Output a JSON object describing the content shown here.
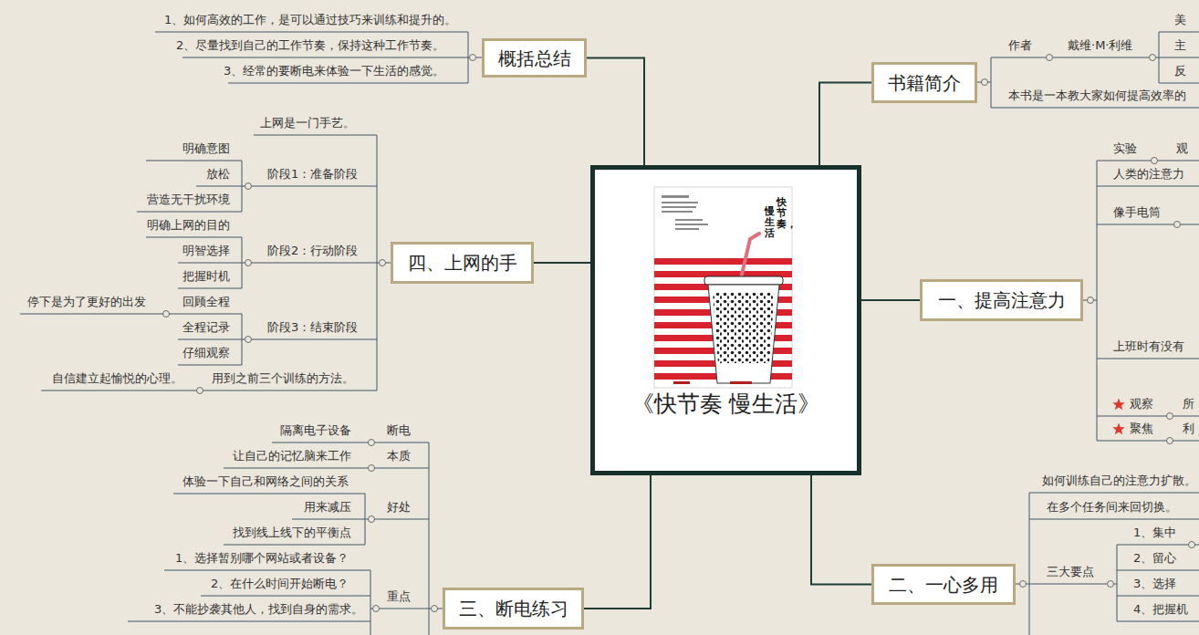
{
  "diagram": {
    "nodes": [
      {
        "text": [
          "《快节奏 慢生活》"
        ]
      },
      {
        "text": [
          "概括总结"
        ]
      },
      {
        "text": [
          "书籍简介"
        ]
      },
      {
        "text": [
          "四、上网的手"
        ]
      },
      {
        "text": [
          "一、提高注意力"
        ]
      },
      {
        "text": [
          "三、断电练习"
        ]
      },
      {
        "text": [
          "二、一心多用"
        ]
      }
    ],
    "edges": [
      {
        "from": 0,
        "to": 1,
        "arrow": "none"
      },
      {
        "from": 0,
        "to": 2,
        "arrow": "none"
      },
      {
        "from": 0,
        "to": 3,
        "arrow": "none"
      },
      {
        "from": 0,
        "to": 4,
        "arrow": "none"
      },
      {
        "from": 0,
        "to": 5,
        "arrow": "none"
      },
      {
        "from": 0,
        "to": 6,
        "arrow": "none"
      }
    ],
    "labels": [
      "1、如何高效的工作，是可以通过技巧来训练和提升的。",
      "2、尽量找到自己的工作节奏，保持这种工作节奏。",
      "3、经常的要断电来体验一下生活的感觉。",
      "上网是一门手艺。",
      "阶段1：准备阶段",
      "明确意图",
      "放松",
      "营造无干扰环境",
      "阶段2：行动阶段",
      "明确上网的目的",
      "明智选择",
      "把握时机",
      "阶段3：结束阶段",
      "回顾全程",
      "停下是为了更好的出发",
      "全程记录",
      "仔细观察",
      "用到之前三个训练的方法。",
      "自信建立起愉悦的心理。",
      "断电",
      "隔离电子设备",
      "本质",
      "让自己的记忆脑来工作",
      "好处",
      "体验一下自己和网络之间的关系",
      "用来减压",
      "找到线上线下的平衡点",
      "重点",
      "1、选择暂别哪个网站或者设备？",
      "2、在什么时间开始断电？",
      "3、不能抄袭其他人，找到自身的需求。",
      "作者",
      "戴维·M·利维",
      "美",
      "主",
      "反",
      "本书是一本教大家如何提高效率的",
      "实验",
      "观",
      "人类的注意力",
      "像手电筒",
      "上班时有没有",
      "观察",
      "所",
      "聚焦",
      "利",
      "如何训练自己的注意力扩散。",
      "在多个任务间来回切换。",
      "三大要点",
      "1、集中",
      "2、留心",
      "3、选择",
      "4、把握机",
      "快节奏，",
      "慢生活"
    ]
  }
}
